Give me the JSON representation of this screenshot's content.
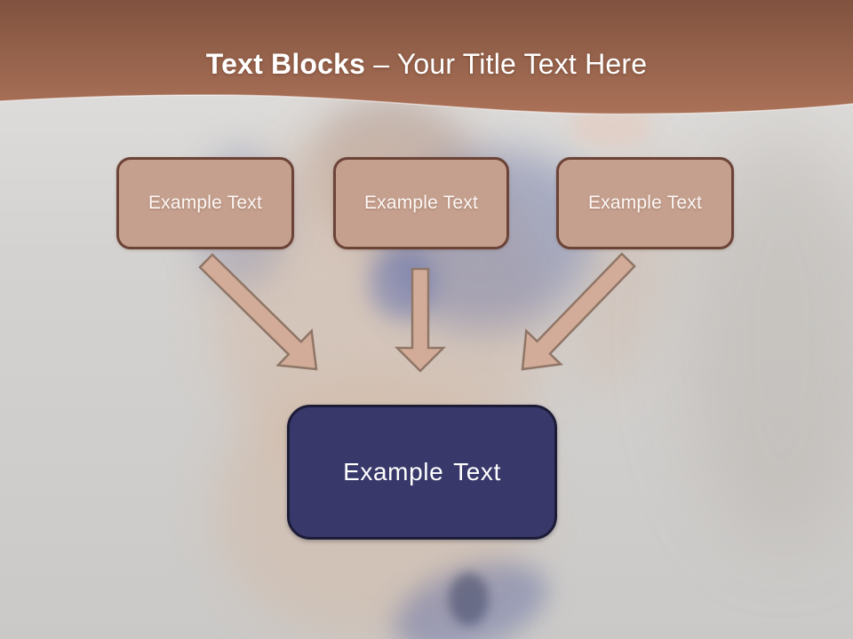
{
  "header": {
    "title_bold": "Text Blocks",
    "title_rest": "– Your Title Text Here"
  },
  "blocks": [
    {
      "label": "Example Text"
    },
    {
      "label": "Example Text"
    },
    {
      "label": "Example Text"
    }
  ],
  "result": {
    "label": "Example Text"
  },
  "colors": {
    "header_top": "#80523f",
    "header_mid": "#96624b",
    "header_bottom": "#aa7158",
    "block_fill": "#c6a08f",
    "block_border": "#6b4337",
    "arrow_fill": "#d2ac99",
    "arrow_outline": "#8f7667",
    "result_fill": "#38386a",
    "result_border": "#1c1c38"
  }
}
